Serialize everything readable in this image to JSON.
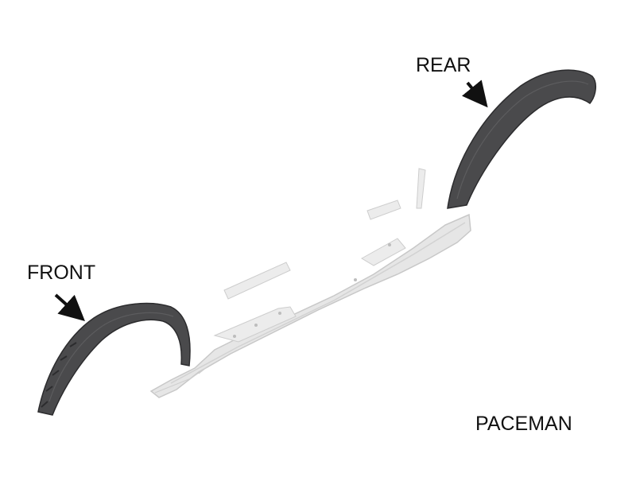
{
  "labels": {
    "rear": "REAR",
    "front": "FRONT",
    "model": "PACEMAN"
  },
  "colors": {
    "flare": "#4a4a4c",
    "flare_edge": "#2c2c2e",
    "sill": "#e6e6e6",
    "sill_edge": "#c8c8c8",
    "arrow": "#111111",
    "text": "#111111"
  }
}
